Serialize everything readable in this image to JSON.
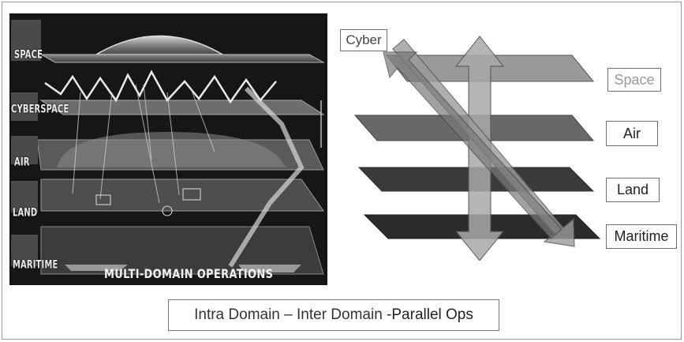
{
  "left_image": {
    "title": "MULTI-DOMAIN OPERATIONS",
    "domain_labels": [
      "SPACE",
      "CYBERSPACE",
      "AIR",
      "LAND",
      "MARITIME"
    ]
  },
  "diagram": {
    "labels": {
      "cyber": "Cyber",
      "space": "Space",
      "air": "Air",
      "land": "Land",
      "maritime": "Maritime"
    }
  },
  "caption": {
    "part1": "Intra Domain – Inter Domain - ",
    "part2": "Parallel Ops"
  }
}
